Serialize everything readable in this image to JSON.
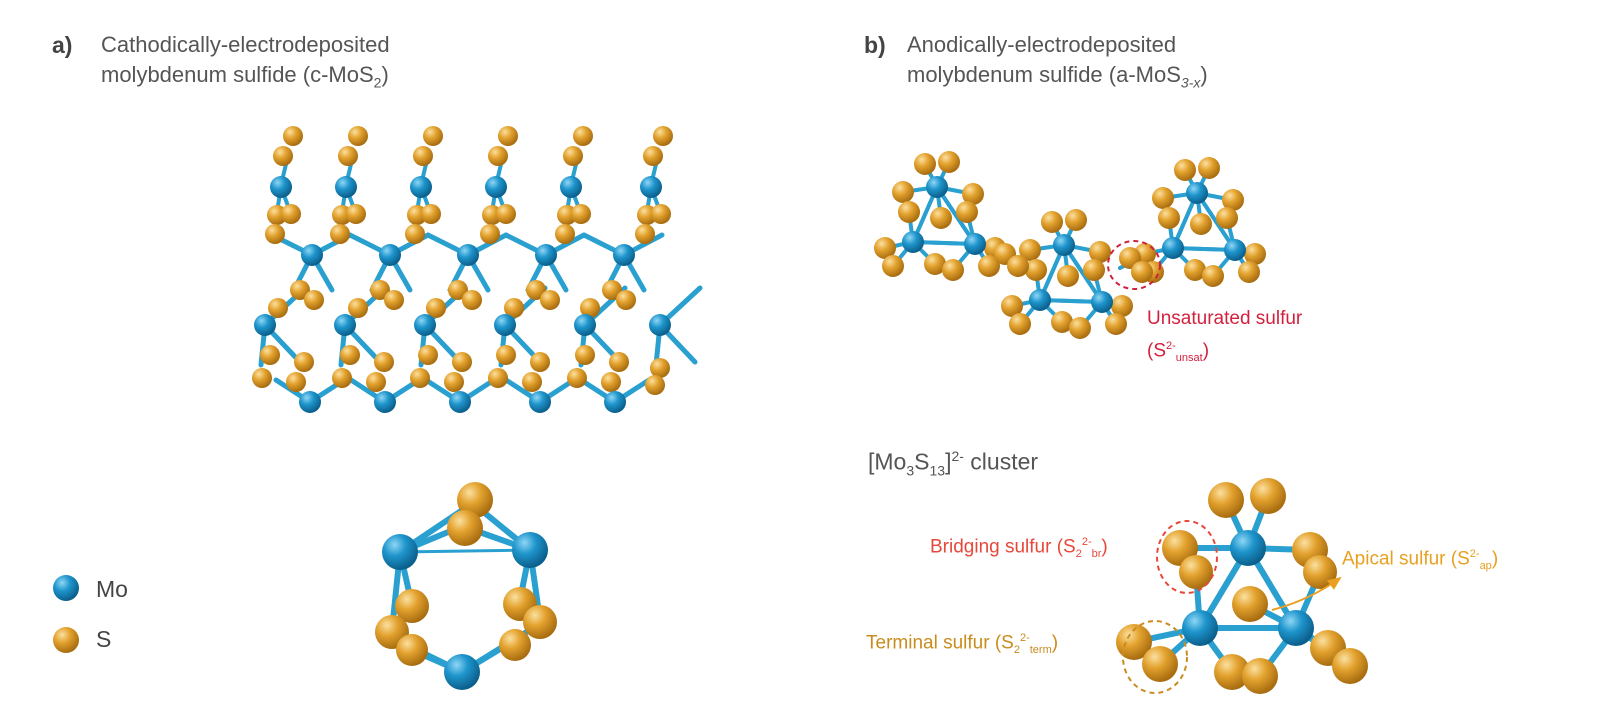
{
  "panel_a": {
    "label": "a)",
    "title_line1": "Cathodically-electrodeposited",
    "title_line2_prefix": "molybdenum sulfide (c-MoS",
    "title_line2_sub": "2",
    "title_line2_suffix": ")"
  },
  "panel_b": {
    "label": "b)",
    "title_line1": "Anodically-electrodeposited",
    "title_line2_prefix": "molybdenum sulfide (a-MoS",
    "title_line2_sub": "3-x",
    "title_line2_suffix": ")"
  },
  "legend": {
    "mo_label": "Mo",
    "s_label": "S"
  },
  "annotations": {
    "unsat_title": "Unsaturated sulfur",
    "unsat_formula_open": "(S",
    "unsat_sup": "2-",
    "unsat_sub": "unsat",
    "unsat_formula_close": ")",
    "cluster_prefix": "[Mo",
    "cluster_sub1": "3",
    "cluster_mid": "S",
    "cluster_sub2": "13",
    "cluster_bracket": "]",
    "cluster_sup": "2-",
    "cluster_suffix": " cluster",
    "bridging_prefix": "Bridging sulfur (S",
    "bridging_sub": "2",
    "bridging_sup": "2-",
    "bridging_sub2": "br",
    "bridging_close": ")",
    "apical_prefix": "Apical sulfur (S",
    "apical_sup": "2-",
    "apical_sub": "ap",
    "apical_close": ")",
    "terminal_prefix": "Terminal sulfur (S",
    "terminal_sub": "2",
    "terminal_sup": "2-",
    "terminal_sub2": "term",
    "terminal_close": ")"
  },
  "colors": {
    "mo_atom": "#1e8fc4",
    "s_atom": "#e0a02a",
    "bond": "#2aa0d0",
    "unsat_highlight": "#d2213e",
    "bridging_highlight": "#e8483b",
    "terminal_highlight": "#c98c1e",
    "apical_arrow": "#e9a021"
  }
}
